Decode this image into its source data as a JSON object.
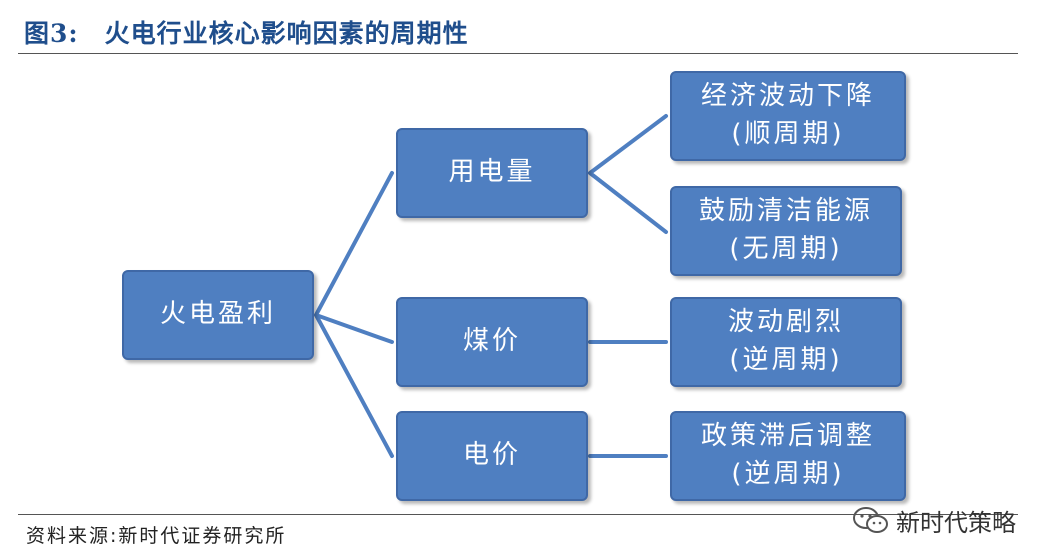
{
  "title": {
    "figure_number": "图3:",
    "text": "火电行业核心影响因素的周期性"
  },
  "nodes": {
    "root": {
      "label": "火电盈利"
    },
    "electricity_usage": {
      "label": "用电量"
    },
    "coal_price": {
      "label": "煤价"
    },
    "power_price": {
      "label": "电价"
    },
    "economic_decline": {
      "line1": "经济波动下降",
      "line2": "(顺周期)"
    },
    "clean_energy": {
      "line1": "鼓励清洁能源",
      "line2": "(无周期)"
    },
    "volatile": {
      "line1": "波动剧烈",
      "line2": "(逆周期)"
    },
    "policy_lag": {
      "line1": "政策滞后调整",
      "line2": "(逆周期)"
    }
  },
  "source": "资料来源:新时代证券研究所",
  "watermark": {
    "text": "新时代策略",
    "icon": "wechat-icon"
  },
  "colors": {
    "box_fill": "#4f7fc1",
    "box_border": "#3f68a6",
    "connector": "#4f7fc1",
    "title": "#1f4e8c"
  }
}
